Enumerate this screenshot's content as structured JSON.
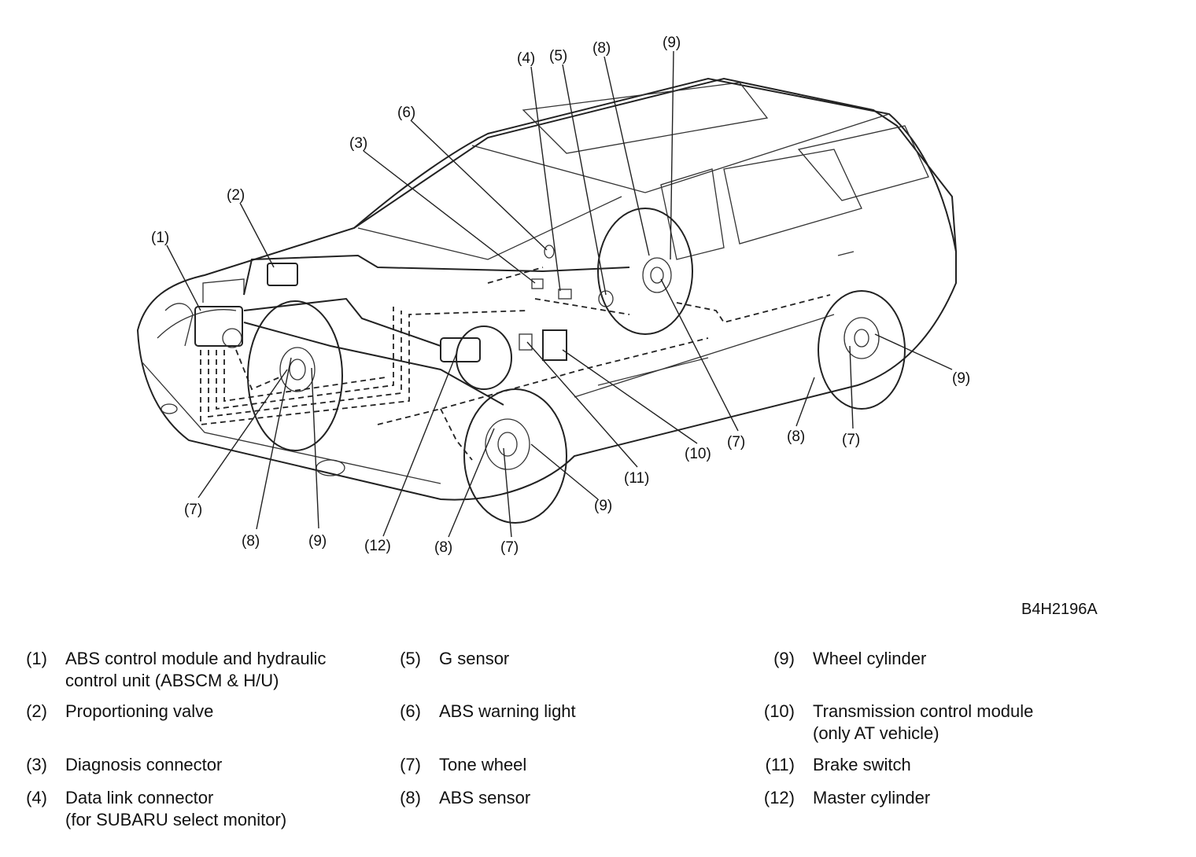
{
  "figure_code": "B4H2196A",
  "callouts": [
    {
      "id": "c1",
      "label": "(1)"
    },
    {
      "id": "c2",
      "label": "(2)"
    },
    {
      "id": "c3",
      "label": "(3)"
    },
    {
      "id": "c4",
      "label": "(4)"
    },
    {
      "id": "c5",
      "label": "(5)"
    },
    {
      "id": "c6",
      "label": "(6)"
    },
    {
      "id": "c7a",
      "label": "(7)"
    },
    {
      "id": "c8a",
      "label": "(8)"
    },
    {
      "id": "c9a",
      "label": "(9)"
    },
    {
      "id": "c12",
      "label": "(12)"
    },
    {
      "id": "c8b",
      "label": "(8)"
    },
    {
      "id": "c7b",
      "label": "(7)"
    },
    {
      "id": "c9b",
      "label": "(9)"
    },
    {
      "id": "c11",
      "label": "(11)"
    },
    {
      "id": "c10",
      "label": "(10)"
    },
    {
      "id": "c7c",
      "label": "(7)"
    },
    {
      "id": "c8c",
      "label": "(8)"
    },
    {
      "id": "c7d",
      "label": "(7)"
    },
    {
      "id": "c9c",
      "label": "(9)"
    },
    {
      "id": "c8d",
      "label": "(8)"
    },
    {
      "id": "c9d",
      "label": "(9)"
    }
  ],
  "legend": [
    {
      "num": "(1)",
      "text": "ABS control module and hydraulic\ncontrol unit (ABSCM & H/U)"
    },
    {
      "num": "(2)",
      "text": "Proportioning valve"
    },
    {
      "num": "(3)",
      "text": "Diagnosis connector"
    },
    {
      "num": "(4)",
      "text": "Data link connector\n(for SUBARU select monitor)"
    },
    {
      "num": "(5)",
      "text": "G sensor"
    },
    {
      "num": "(6)",
      "text": "ABS warning light"
    },
    {
      "num": "(7)",
      "text": "Tone wheel"
    },
    {
      "num": "(8)",
      "text": "ABS sensor"
    },
    {
      "num": "(9)",
      "text": "Wheel cylinder"
    },
    {
      "num": "(10)",
      "text": "Transmission control module\n(only AT vehicle)"
    },
    {
      "num": "(11)",
      "text": "Brake switch"
    },
    {
      "num": "(12)",
      "text": "Master cylinder"
    }
  ]
}
